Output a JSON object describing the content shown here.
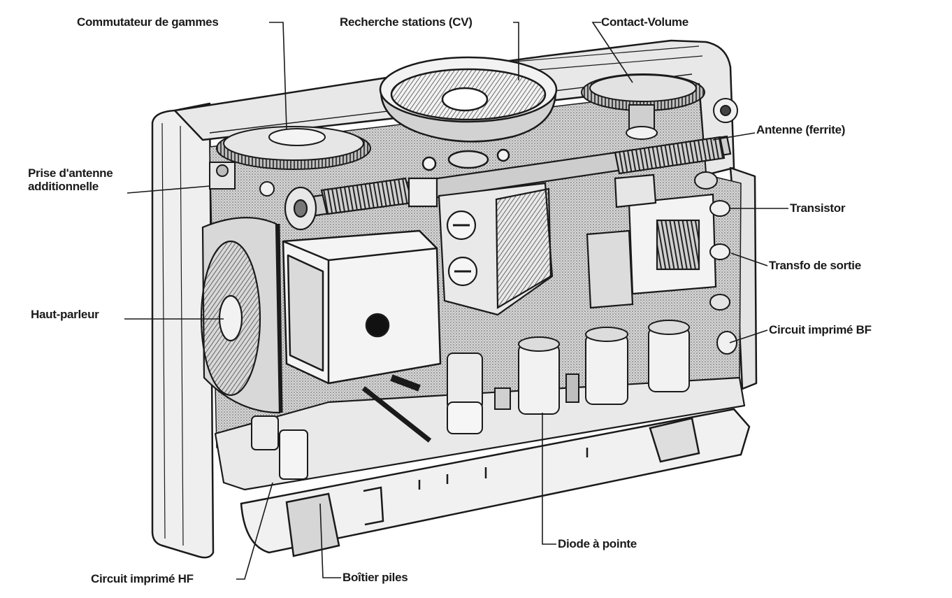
{
  "labels": {
    "range_switch": "Commutateur de gammes",
    "tuning": "Recherche stations (CV)",
    "volume": "Contact-Volume",
    "ferrite_antenna": "Antenne (ferrite)",
    "aux_antenna_line1": "Prise d'antenne",
    "aux_antenna_line2": "additionnelle",
    "transistor": "Transistor",
    "output_transformer": "Transfo de sortie",
    "speaker": "Haut-parleur",
    "af_circuit": "Circuit imprimé BF",
    "point_diode": "Diode à pointe",
    "hf_circuit": "Circuit imprimé HF",
    "battery_case": "Boîtier piles"
  },
  "colors": {
    "ink": "#1a1a1a",
    "paper": "#ffffff",
    "shade": "#d9d9d9",
    "dark": "#6a6a6a"
  }
}
